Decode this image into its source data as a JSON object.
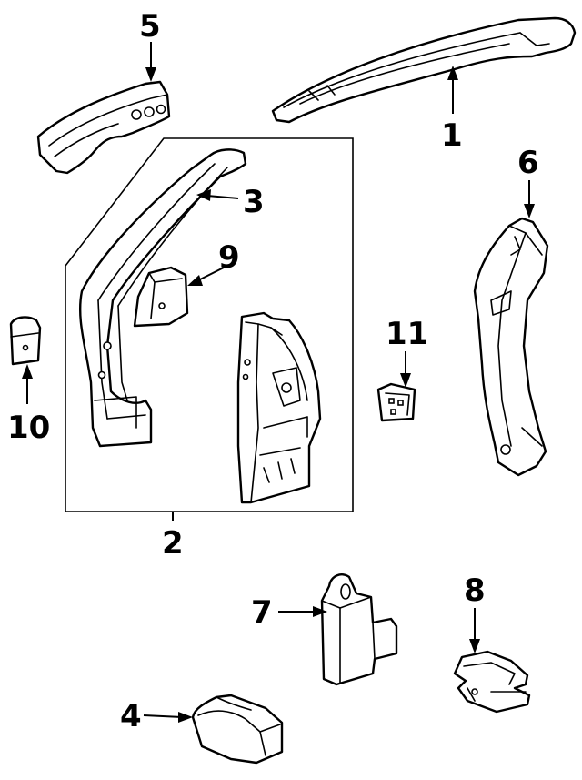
{
  "diagram": {
    "callouts": [
      {
        "id": "callout-1",
        "label": "1"
      },
      {
        "id": "callout-2",
        "label": "2"
      },
      {
        "id": "callout-3",
        "label": "3"
      },
      {
        "id": "callout-4",
        "label": "4"
      },
      {
        "id": "callout-5",
        "label": "5"
      },
      {
        "id": "callout-6",
        "label": "6"
      },
      {
        "id": "callout-7",
        "label": "7"
      },
      {
        "id": "callout-8",
        "label": "8"
      },
      {
        "id": "callout-9",
        "label": "9"
      },
      {
        "id": "callout-10",
        "label": "10"
      },
      {
        "id": "callout-11",
        "label": "11"
      }
    ],
    "colors": {
      "line": "#000000",
      "background": "#ffffff"
    }
  }
}
